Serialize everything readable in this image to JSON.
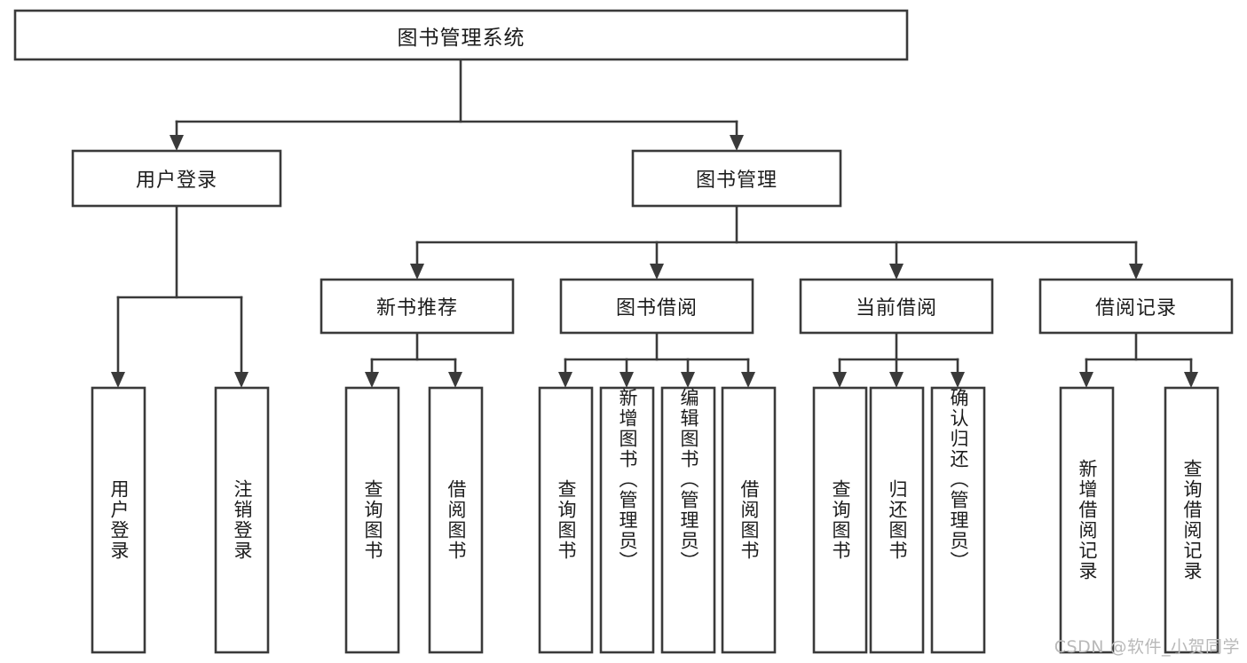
{
  "diagram": {
    "title": "图书管理系统",
    "type": "tree-hierarchy-chart",
    "watermark": "CSDN @软件_小贺同学",
    "colors": {
      "box_stroke": "#3a3a3a",
      "box_fill": "#ffffff",
      "text": "#1c1c1c",
      "background": "#ffffff",
      "watermark": "#b9b9b9"
    },
    "root": {
      "label": "图书管理系统"
    },
    "level2": [
      {
        "label": "用户登录"
      },
      {
        "label": "图书管理"
      }
    ],
    "level3": [
      {
        "label": "新书推荐"
      },
      {
        "label": "图书借阅"
      },
      {
        "label": "当前借阅"
      },
      {
        "label": "借阅记录"
      }
    ],
    "leaves": {
      "user_login": [
        {
          "label": "用户登录"
        },
        {
          "label": "注销登录"
        }
      ],
      "new_book_recommend": [
        {
          "label": "查询图书"
        },
        {
          "label": "借阅图书"
        }
      ],
      "book_borrow": [
        {
          "label": "查询图书"
        },
        {
          "label": "新增图书（管理员）"
        },
        {
          "label": "编辑图书（管理员）"
        },
        {
          "label": "借阅图书"
        }
      ],
      "current_borrow": [
        {
          "label": "查询图书"
        },
        {
          "label": "归还图书"
        },
        {
          "label": "确认归还（管理员）"
        }
      ],
      "borrow_record": [
        {
          "label": "新增借阅记录"
        },
        {
          "label": "查询借阅记录"
        }
      ]
    }
  }
}
